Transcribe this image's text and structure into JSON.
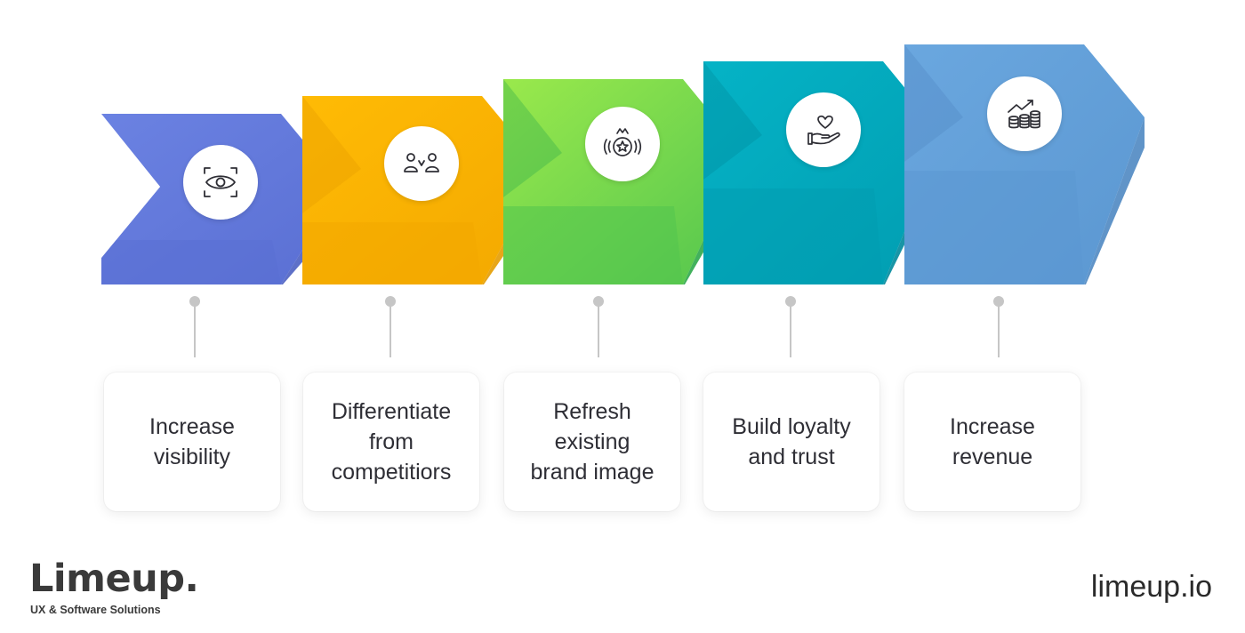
{
  "steps": [
    {
      "label": "Increase\nvisibility",
      "icon": "eye-scan-icon",
      "color": "#6278dc",
      "colors": [
        "#6b82e2",
        "#5a6fd3",
        "#4c60c2"
      ]
    },
    {
      "label": "Differentiate\nfrom\ncompetitiors",
      "icon": "people-versus-icon",
      "color": "#fdb302",
      "colors": [
        "#ffbb05",
        "#f3a800",
        "#e49c00"
      ]
    },
    {
      "label": "Refresh\nexisting\nbrand image",
      "icon": "star-badge-icon",
      "color": "#6bd45a",
      "colors": [
        "#9ae94c",
        "#52c54f",
        "#2ea84a"
      ]
    },
    {
      "label": "Build loyalty\nand trust",
      "icon": "heart-hand-icon",
      "color": "#04a9be",
      "colors": [
        "#05b3c6",
        "#019db1",
        "#00899c"
      ]
    },
    {
      "label": "Increase\nrevenue",
      "icon": "growth-coins-icon",
      "color": "#629fd9",
      "colors": [
        "#6aa7df",
        "#5b97d1",
        "#4f88c2"
      ]
    }
  ],
  "brand": {
    "name": "Limeup.",
    "tagline": "UX & Software Solutions",
    "website": "limeup.io"
  }
}
